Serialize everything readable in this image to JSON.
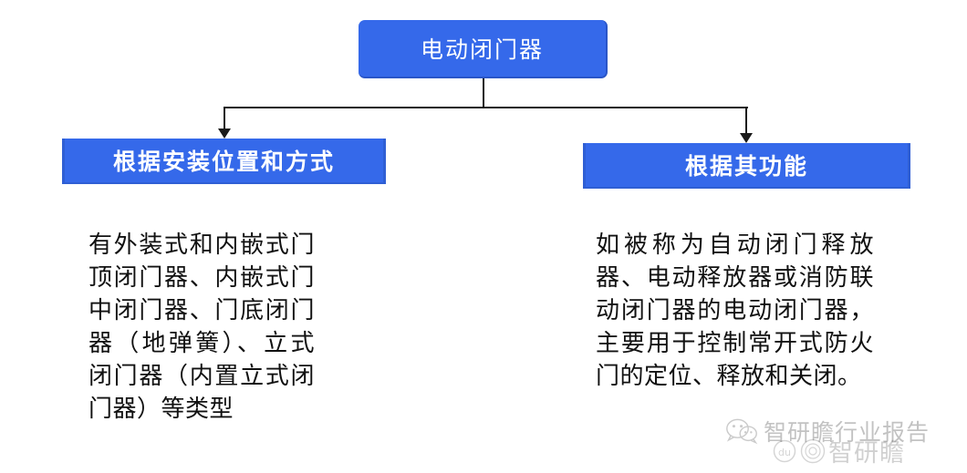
{
  "diagram": {
    "type": "tree",
    "root": {
      "label": "电动闭门器"
    },
    "branches": [
      {
        "heading": "根据安装位置和方式",
        "description": "有外装式和内嵌式门顶闭门器、内嵌式门中闭门器、门底闭门器（地弹簧）、立式闭门器（内置立式闭门器）等类型"
      },
      {
        "heading": "根据其功能",
        "description": "如被称为自动闭门释放器、电动释放器或消防联动闭门器的电动闭门器，主要用于控制常开式防火门的定位、释放和关闭。"
      }
    ],
    "colors": {
      "node_fill": "#3569ea",
      "node_border": "#2f5fd4",
      "node_text": "#ffffff",
      "connector": "#1a1a1a",
      "body_text": "#111111",
      "background": "#ffffff"
    }
  },
  "watermark": {
    "top_text": "智研瞻行业报告",
    "bottom_text": "智研瞻",
    "at_symbol": "@",
    "chat_icon": "wechat-icon",
    "du_icon": "baidu-du-icon"
  }
}
